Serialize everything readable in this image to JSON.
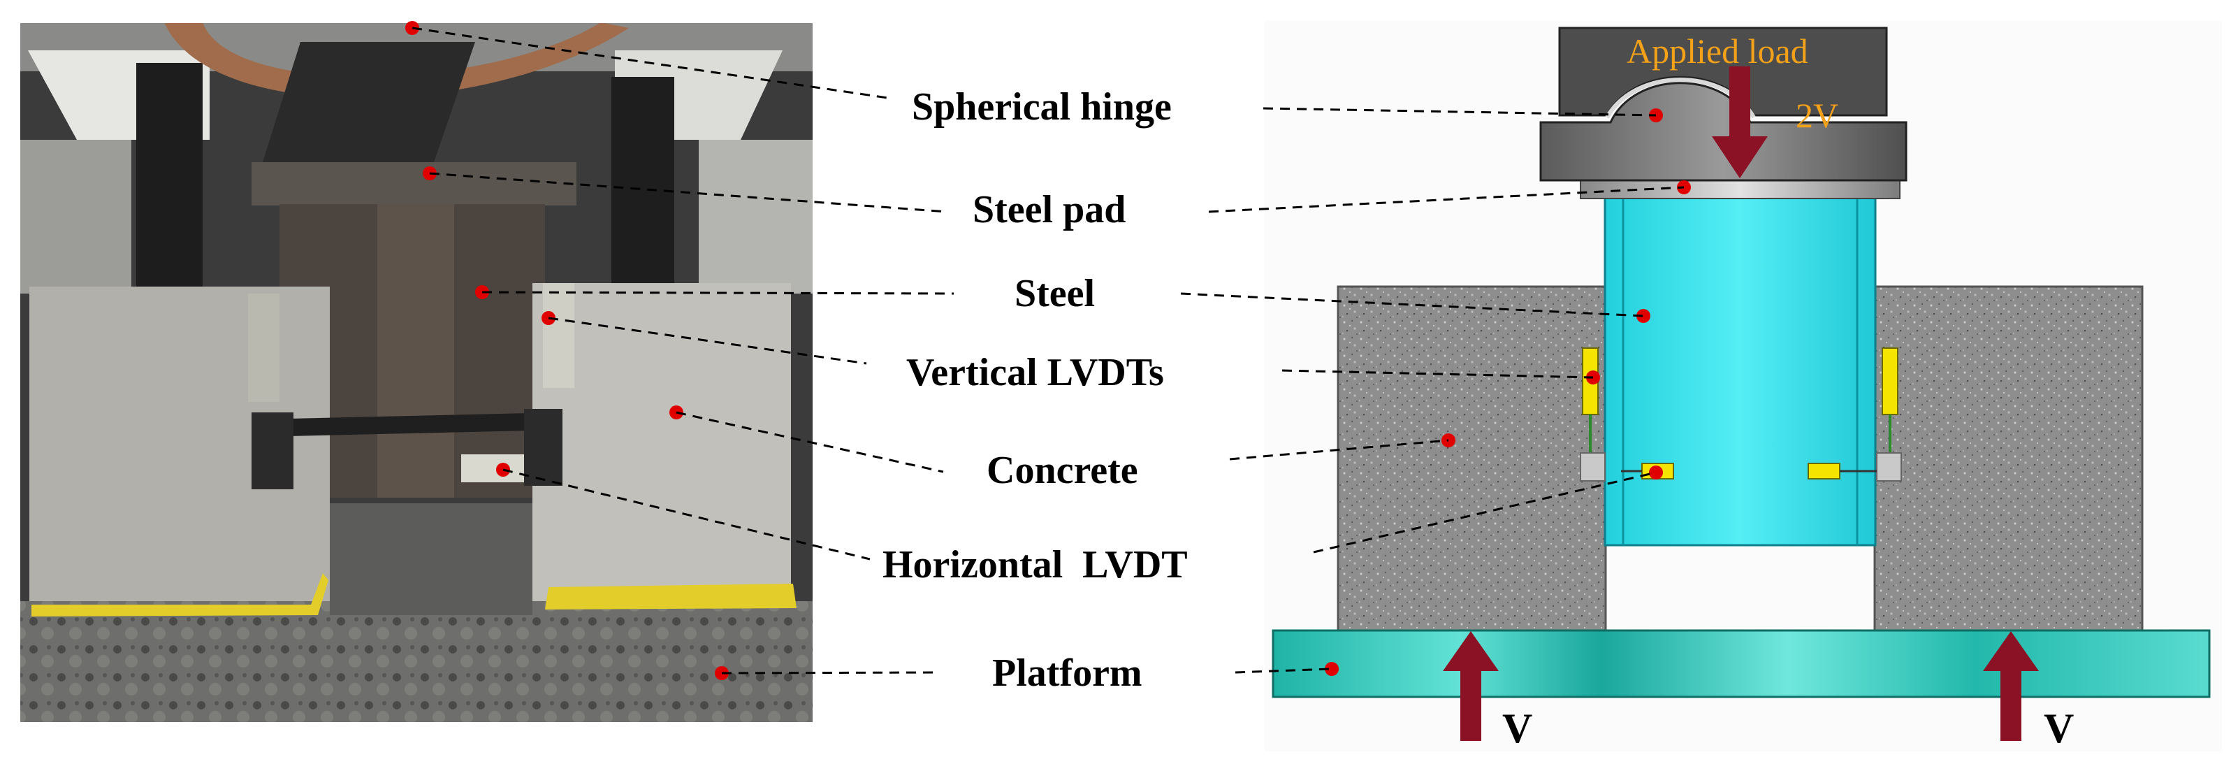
{
  "labels": {
    "spherical_hinge": "Spherical hinge",
    "steel_pad": "Steel pad",
    "steel": "Steel",
    "vertical_lvdts": "Vertical LVDTs",
    "concrete": "Concrete",
    "horizontal_lvdt": "Horizontal  LVDT",
    "platform": "Platform"
  },
  "diagram": {
    "applied_load": "Applied load",
    "load_value": "2V",
    "reaction_left": "V",
    "reaction_right": "V"
  },
  "colors": {
    "concrete": "#8c8c8c",
    "steel": "#3ee6ee",
    "platform": "#35c9bd",
    "arrow": "#8b1224",
    "lvdt": "#f5e400",
    "marker": "#e00000",
    "load_text": "#f4a11a"
  }
}
